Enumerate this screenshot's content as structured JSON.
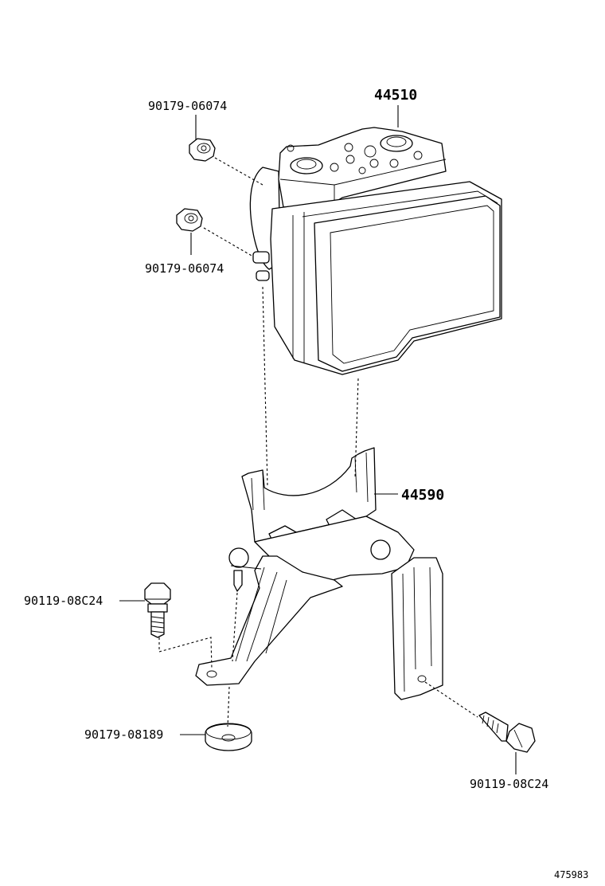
{
  "callouts": {
    "nut_upper": "90179-06074",
    "actuator": "44510",
    "nut_lower": "90179-06074",
    "bracket": "44590",
    "bolt_left": "90119-08C24",
    "grommet": "90179-08189",
    "bolt_right": "90119-08C24"
  },
  "diagram_id": "475983"
}
